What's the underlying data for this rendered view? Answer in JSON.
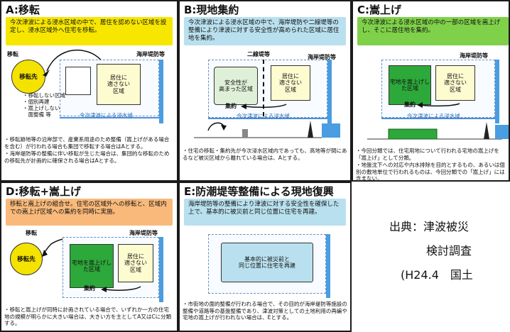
{
  "panelA": {
    "title": "A:移転",
    "band": "今次津波による浸水区域の中で、居住を認めない区域を設定し、浸水区域外へ住宅を移転。",
    "label_move": "移転",
    "circle": "移転先",
    "sea_label": "海岸堤防等",
    "box_label": "居住に\n適さない\n区域",
    "legend": "・移転しない区域\n・個別再建\n・嵩上げしない\n　面整備 等",
    "inundation": "今次津波による浸水域",
    "bullets": [
      "・移転跡地等の沿岸部で、産業系用途のため整備（嵩上げがある場合を含む）が行われる場合も集団で移転する場合はAとする。",
      "・海岸堤防等の整備に伴い移転が生じた場合は、集団的な移転のための移転先が計画的に確保される場合はAとする。"
    ]
  },
  "panelB": {
    "title": "B:現地集約",
    "band": "今次津波による浸水区域の中で、海岸堤防や二線堤等の整備により津波に対する安全性が高められた区域に居住地を集約。",
    "secondary_levee": "二線堤等",
    "sea_label": "海岸堤防等",
    "safe_box": "安全性が\n高まった区域",
    "unsafe_box": "居住に\n適さない\n区域",
    "consolidate": "集約",
    "inundation": "今次津波による浸水域",
    "bullets": [
      "・住宅の移転・集約先が今次浸水区域内であっても、高地等が間にあるなど被災区域から離れている場合は、Aとする。"
    ]
  },
  "panelC": {
    "title": "C:嵩上げ",
    "band": "今次津波による浸水区域の中の一部の区域を嵩上げし、そこに居住地を集約。",
    "sea_label": "海岸堤防等",
    "green_box": "宅地を嵩上げした区域",
    "unsafe_box": "居住に\n適さない\n区域",
    "consolidate": "集約",
    "inundation": "今次津波による浸水域",
    "bullets": [
      "・今回分類では、住宅用地について行われる宅地の嵩上げを「嵩上げ」として分類。",
      "・地盤沈下への対応や内水排除を目的とするもの、あるいは個別の敷地単位で行われるものは、今回分類での「嵩上げ」には含まない。"
    ]
  },
  "panelD": {
    "title": "D:移転+嵩上げ",
    "band": "移転と嵩上げの組合せ。住宅の区域外への移転と、区域内での嵩上げ区域への集約を同時に実施。",
    "label_move": "移転",
    "circle": "移転先",
    "sea_label": "海岸堤防等",
    "green_box": "宅地を嵩上げした区域",
    "unsafe_box": "居住に\n適さない\n区域",
    "consolidate": "集約",
    "bullets": [
      "・移転と嵩上げが同時に計画されている場合で、いずれか一方の住宅地の規模が明らかに大きい場合は、大きい方を主としてA又はCに分類する。"
    ]
  },
  "panelE": {
    "title": "E:防潮堤等整備による現地復興",
    "band": "海岸堤防等の整備により津波に対する安全性を確保した上で、基本的に被災前と同じ位置に住宅を再建。",
    "center_box": "基本的に被災前と\n同じ位置に住宅を再建",
    "bullets": [
      "・市街地の面的整備が行われる場合で、その目的が海岸堤防等施設の整備や道路等の基盤整備であり、津波対策としての土地利用の再編や宅地の嵩上げが行われない場合は、Eとする。"
    ]
  },
  "source": {
    "line1": "出典：津波被災",
    "line2": "検討調査",
    "line3": "(H24.4　国土"
  },
  "colors": {
    "yellow": "#f6e600",
    "light_yellow": "#fdfbd0",
    "green": "#2da83a",
    "sea_blue": "#4a9de0",
    "band_green": "#7fd14a",
    "band_blue": "#b9e0ee",
    "band_orange": "#f8b97a"
  }
}
